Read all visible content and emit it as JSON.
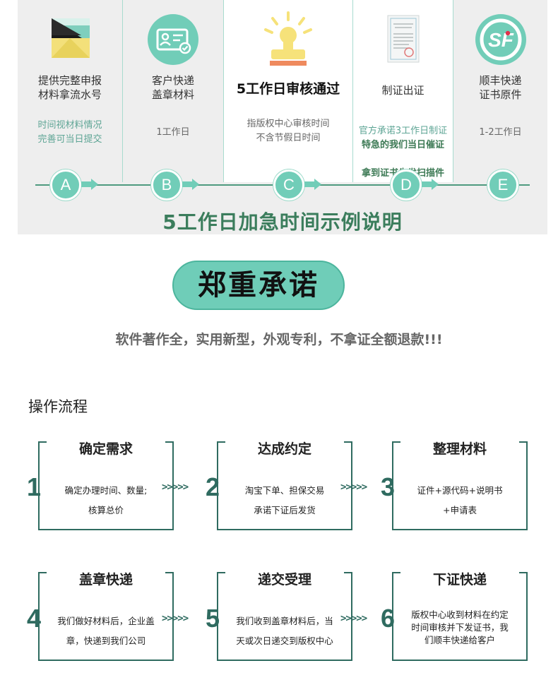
{
  "timeline": {
    "steps": [
      {
        "title": "提供完整申报\n材料拿流水号",
        "sub": "时间视材料情况\n完善可当日提交",
        "letter": "A",
        "icon": "document-folder-icon"
      },
      {
        "title": "客户快递\n盖章材料",
        "sub": "1工作日",
        "letter": "B",
        "icon": "id-card-icon"
      },
      {
        "title": "5工作日审核通过",
        "sub": "指版权中心审核时间\n不含节假日时间",
        "letter": "C",
        "icon": "stamp-icon"
      },
      {
        "title": "制证出证",
        "sub_line1": "官方承诺3工作日制证",
        "sub_line2": "特急的我们当日催证",
        "sub_line3": "拿到证书先发扫描件",
        "letter": "D",
        "icon": "certificate-icon"
      },
      {
        "title": "顺丰快递\n证书原件",
        "sub": "1-2工作日",
        "letter": "E",
        "icon": "sf-express-icon"
      }
    ],
    "caption": "5工作日加急时间示例说明"
  },
  "promise": {
    "badge": "郑重承诺",
    "text": "软件著作全，实用新型，外观专利，不拿证全额退款!!!"
  },
  "process": {
    "title": "操作流程",
    "steps": [
      {
        "num": "1",
        "head": "确定需求",
        "desc": "确定办理时间、数量;\n核算总价"
      },
      {
        "num": "2",
        "head": "达成约定",
        "desc": "淘宝下单、担保交易\n承诺下证后发货"
      },
      {
        "num": "3",
        "head": "整理材料",
        "desc": "证件+源代码+说明书\n+申请表"
      },
      {
        "num": "4",
        "head": "盖章快递",
        "desc": "我们做好材料后，企业盖\n章，快递到我们公司"
      },
      {
        "num": "5",
        "head": "递交受理",
        "desc": "我们收到盖章材料后，当\n天或次日递交到版权中心"
      },
      {
        "num": "6",
        "head": "下证快递",
        "desc": "版权中心收到材料在约定\n时间审核并下发证书，我\n们顺丰快递给客户"
      }
    ],
    "connector": ">>>>>"
  },
  "colors": {
    "accent": "#71cdb8",
    "dark_green": "#2f6b60",
    "caption_green": "#3b7d5c",
    "sub_text": "#5ea595"
  }
}
